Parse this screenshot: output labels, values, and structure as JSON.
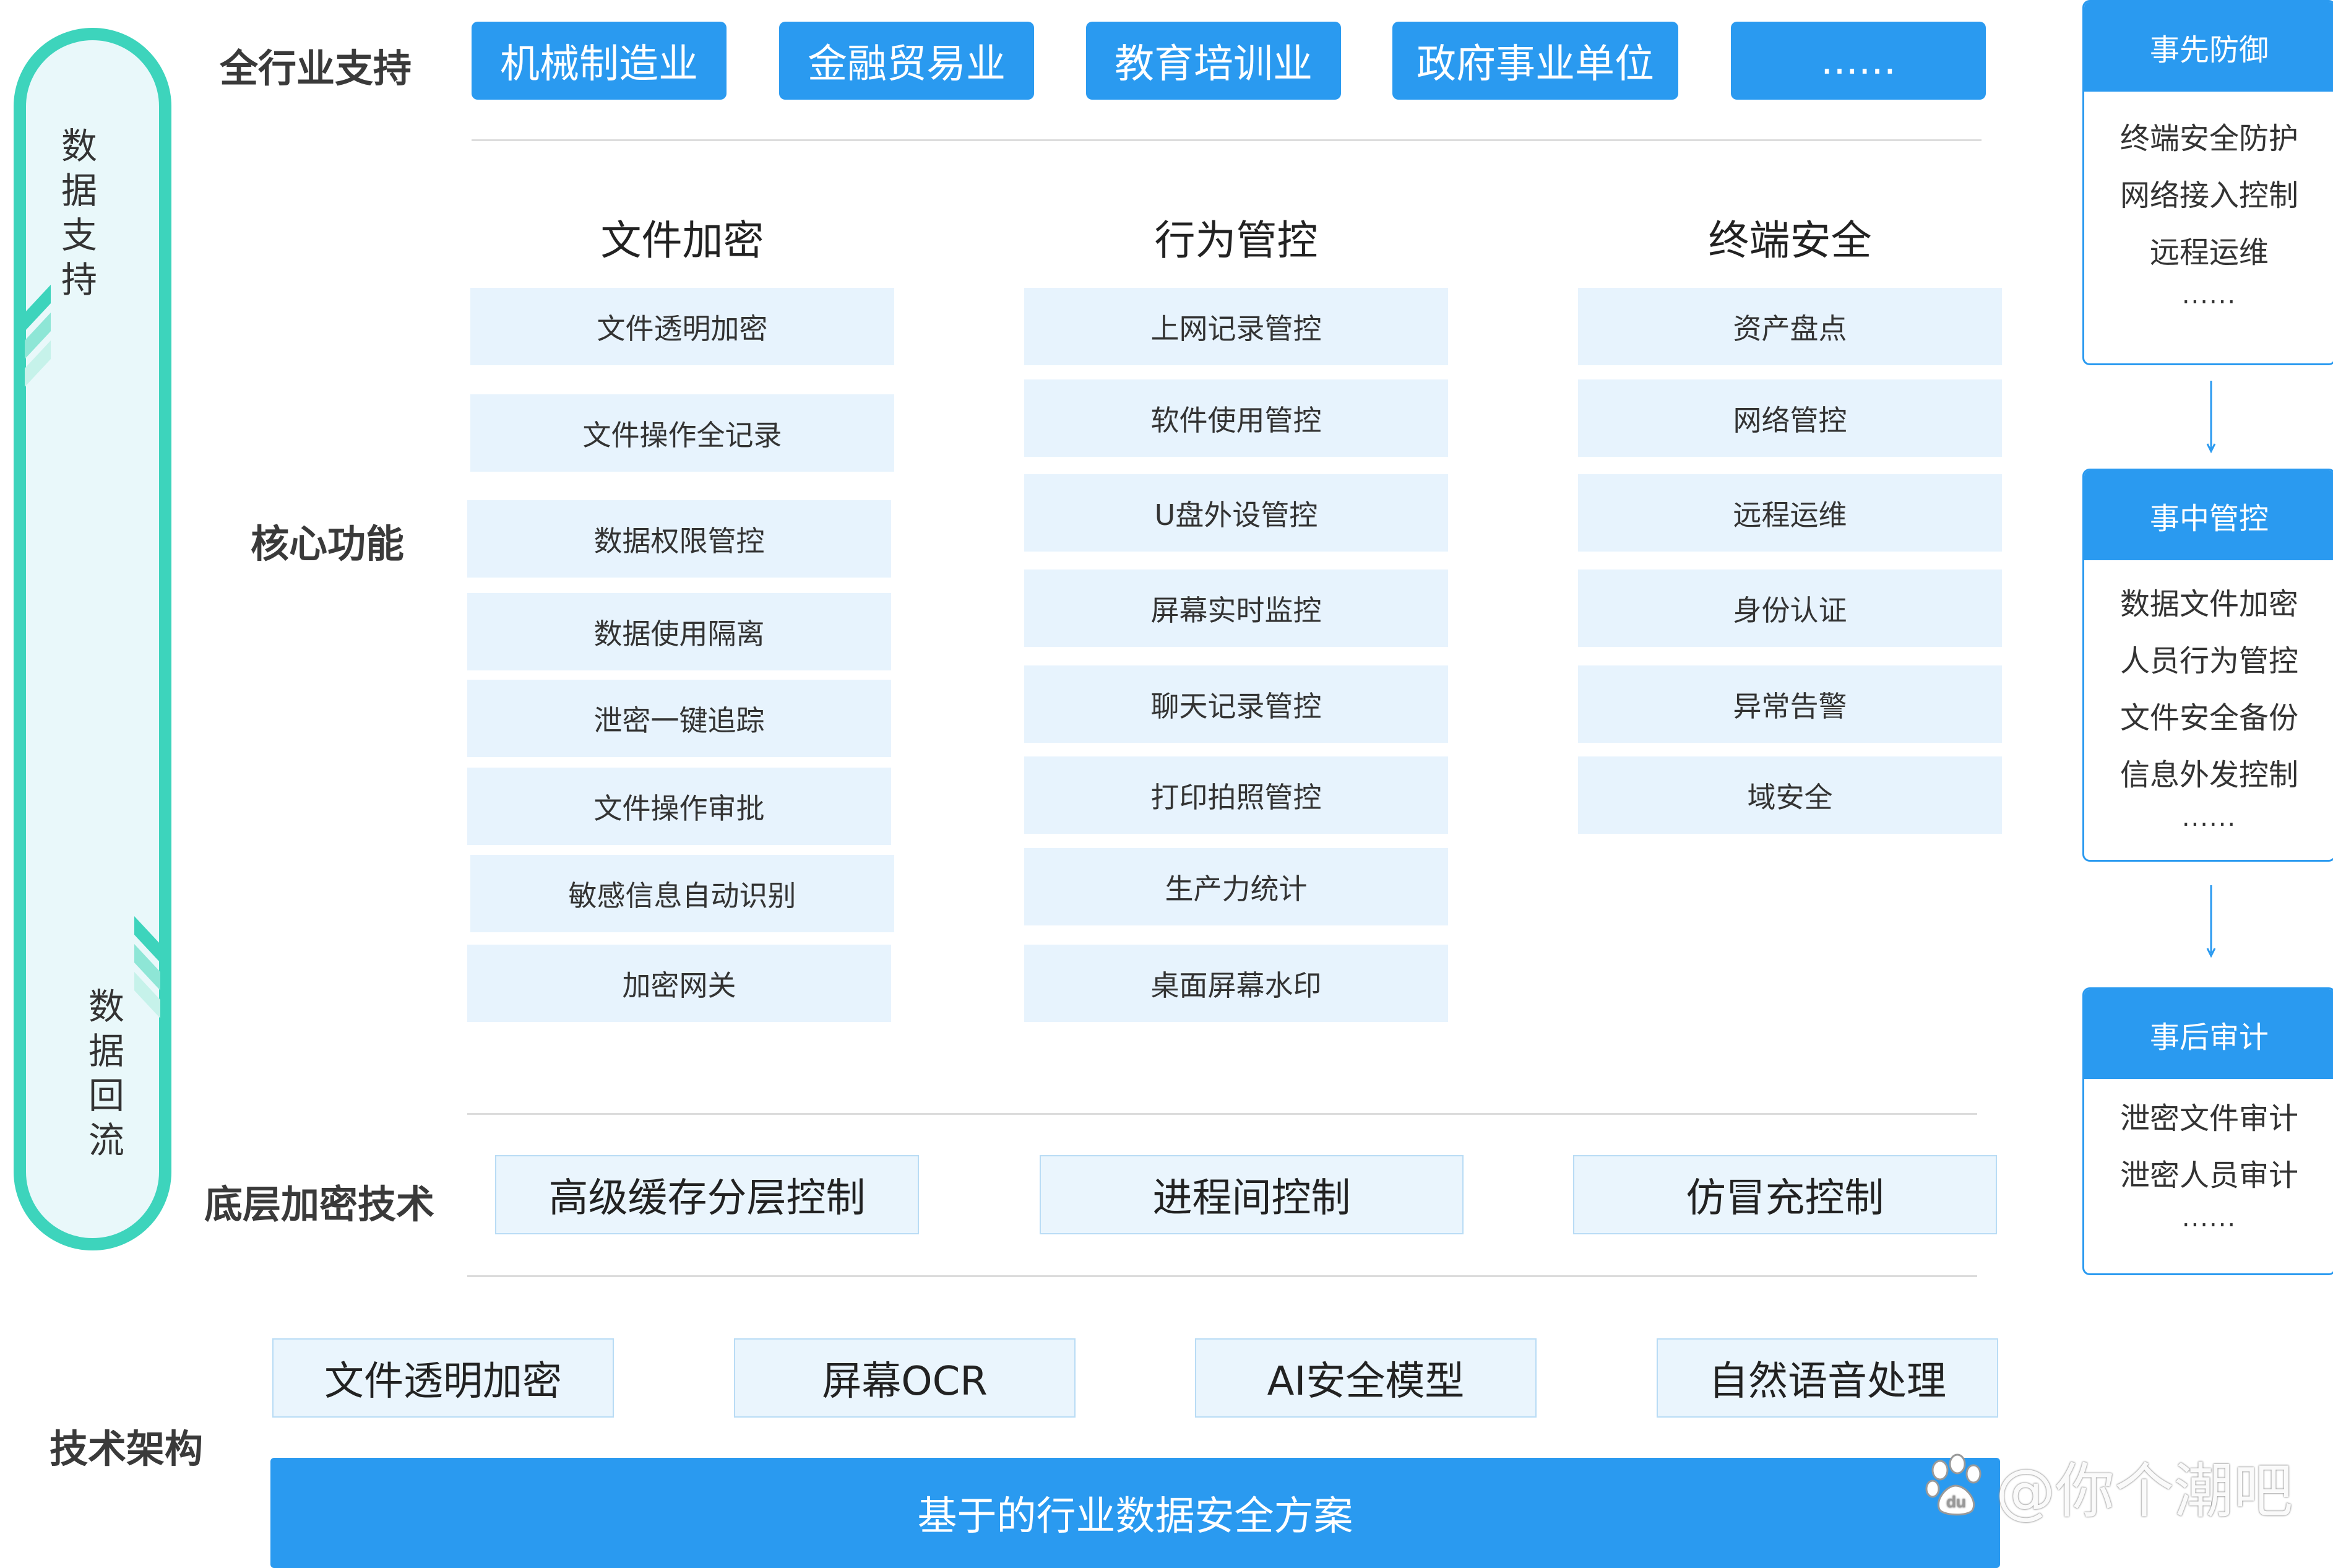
{
  "industry": {
    "label": "全行业支持",
    "items": [
      "机械制造业",
      "金融贸易业",
      "教育培训业",
      "政府事业单位",
      "......"
    ]
  },
  "core": {
    "label": "核心功能",
    "columns": [
      {
        "title": "文件加密",
        "items": [
          "文件透明加密",
          "文件操作全记录",
          "数据权限管控",
          "数据使用隔离",
          "泄密一键追踪",
          "文件操作审批",
          "敏感信息自动识别",
          "加密网关"
        ]
      },
      {
        "title": "行为管控",
        "items": [
          "上网记录管控",
          "软件使用管控",
          "U盘外设管控",
          "屏幕实时监控",
          "聊天记录管控",
          "打印拍照管控",
          "生产力统计",
          "桌面屏幕水印"
        ]
      },
      {
        "title": "终端安全",
        "items": [
          "资产盘点",
          "网络管控",
          "远程运维",
          "身份认证",
          "异常告警",
          "域安全"
        ]
      }
    ]
  },
  "base_tech": {
    "label": "底层加密技术",
    "items": [
      "高级缓存分层控制",
      "进程间控制",
      "仿冒充控制"
    ]
  },
  "tech_arch": {
    "label": "技术架构",
    "items": [
      "文件透明加密",
      "屏幕OCR",
      "AI安全模型",
      "自然语音处理"
    ],
    "bar": "基于的行业数据安全方案"
  },
  "side": {
    "support_chars": [
      "数",
      "据",
      "支",
      "持"
    ],
    "return_chars": [
      "数",
      "据",
      "回",
      "流"
    ],
    "colors": {
      "accent": "#2a9af0",
      "flow": "#3dd4bc",
      "flow_bg": "#e9f8fa"
    }
  },
  "panels": [
    {
      "title": "事先防御",
      "items": [
        "终端安全防护",
        "网络接入控制",
        "远程运维"
      ],
      "more": "......"
    },
    {
      "title": "事中管控",
      "items": [
        "数据文件加密",
        "人员行为管控",
        "文件安全备份",
        "信息外发控制"
      ],
      "more": "......"
    },
    {
      "title": "事后审计",
      "items": [
        "泄密文件审计",
        "泄密人员审计"
      ],
      "more": "......"
    }
  ],
  "watermark": {
    "icon": "baidu-paw-icon",
    "text": "@你个潮吧"
  }
}
